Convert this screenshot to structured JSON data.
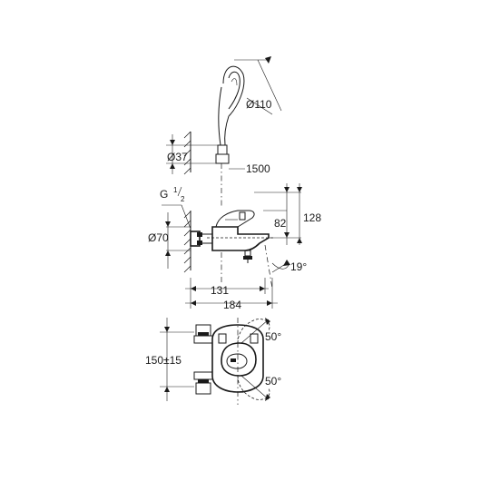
{
  "dimensions": {
    "shower_head_diameter": "Ø110",
    "holder_diameter": "Ø37",
    "hose_length": "1500",
    "thread_main": "G",
    "thread_num": "1",
    "thread_den": "2",
    "height_total": "128",
    "height_mid": "82",
    "rosette_diameter": "Ø70",
    "spout_angle": "19°",
    "projection_spout": "131",
    "projection_total": "184",
    "centers": "150±15",
    "angle_top": "50°",
    "angle_bottom": "50°"
  }
}
